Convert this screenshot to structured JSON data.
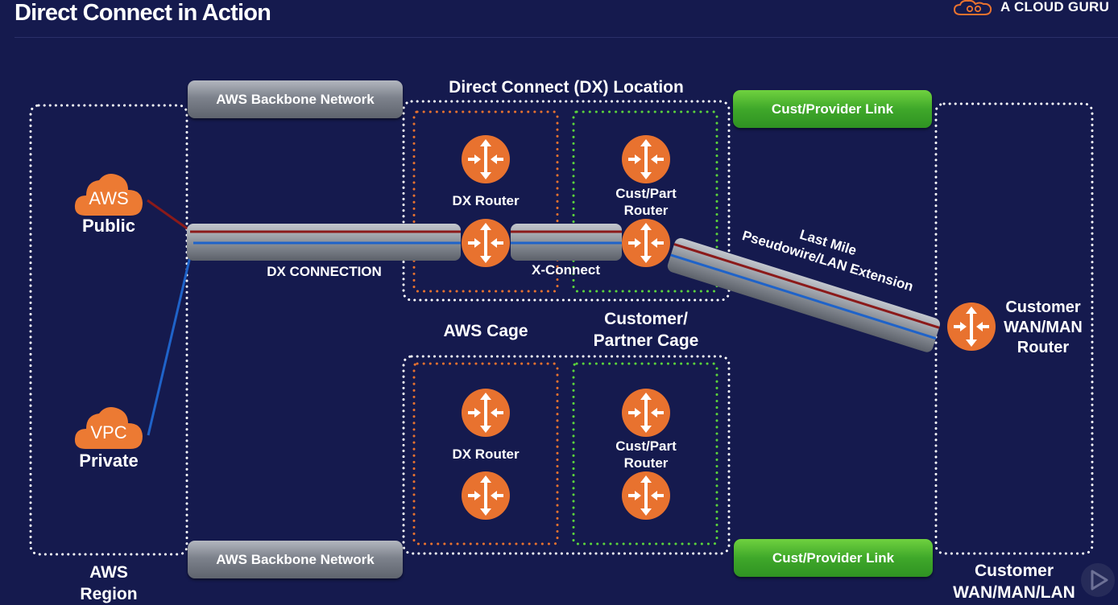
{
  "header": {
    "title": "Direct Connect in Action",
    "brand": "A CLOUD GURU"
  },
  "regions": {
    "aws_region": "AWS\nRegion",
    "dx_location": "Direct Connect (DX) Location",
    "aws_cage": "AWS Cage",
    "customer_cage": "Customer/\nPartner Cage",
    "customer_network": "Customer\nWAN/MAN/LAN"
  },
  "links": {
    "backbone_top": "AWS Backbone Network",
    "backbone_bottom": "AWS Backbone Network",
    "cust_link_top": "Cust/Provider Link",
    "cust_link_bottom": "Cust/Provider Link",
    "dx_connection": "DX CONNECTION",
    "xconnect": "X-Connect",
    "last_mile_1": "Last Mile",
    "last_mile_2": "Pseudowire/LAN Extension"
  },
  "endpoints": {
    "aws_cloud": "AWS",
    "public": "Public",
    "vpc_cloud": "VPC",
    "private": "Private"
  },
  "routers": {
    "dx_router_top": "DX Router",
    "cust_router_top": "Cust/Part\nRouter",
    "dx_router_bottom": "DX Router",
    "cust_router_bottom": "Cust/Part\nRouter",
    "customer_router": "Customer\nWAN/MAN\nRouter"
  },
  "colors": {
    "background": "#151a4e",
    "router": "#e8722f",
    "cloud": "#ec7a33",
    "public_path": "#8b1a1a",
    "private_path": "#1f63c9",
    "aws_cage_border": "#e8722f",
    "customer_cage_border": "#5bd33c",
    "link_green": "#3fa82a"
  }
}
